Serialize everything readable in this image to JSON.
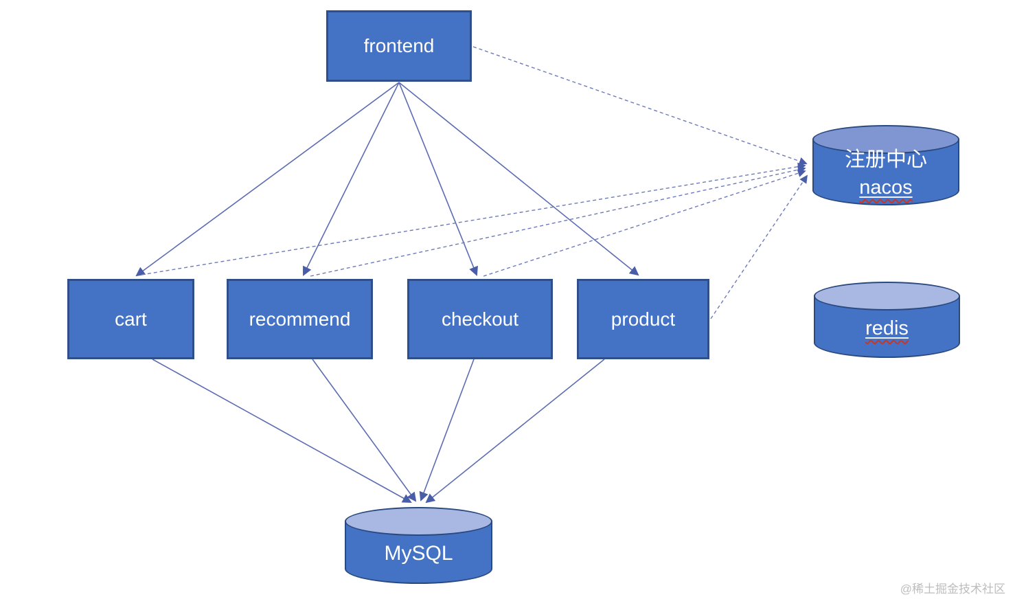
{
  "diagram": {
    "type": "microservice-architecture",
    "watermark": "@稀土掘金技术社区",
    "colors": {
      "node_fill": "#4472c4",
      "node_border": "#2e4e8c",
      "cylinder_top_light": "#a9b7e3",
      "cylinder_top_dark": "#8096d2",
      "solid_line": "#5c6cb2",
      "dashed_line": "#6d7ab8",
      "arrowhead": "#4a5da8",
      "label_text": "#ffffff",
      "spellcheck_wave": "#c63727",
      "watermark_text": "#bdbdbd"
    },
    "nodes": {
      "frontend": {
        "label": "frontend",
        "shape": "rect"
      },
      "cart": {
        "label": "cart",
        "shape": "rect"
      },
      "recommend": {
        "label": "recommend",
        "shape": "rect"
      },
      "checkout": {
        "label": "checkout",
        "shape": "rect"
      },
      "product": {
        "label": "product",
        "shape": "rect"
      },
      "nacos": {
        "title": "注册中心",
        "subtitle": "nacos",
        "shape": "cylinder"
      },
      "redis": {
        "label": "redis",
        "shape": "cylinder"
      },
      "mysql": {
        "label": "MySQL",
        "shape": "cylinder"
      }
    },
    "edges": {
      "solid_arrows": [
        {
          "from": "frontend",
          "to": "cart"
        },
        {
          "from": "frontend",
          "to": "recommend"
        },
        {
          "from": "frontend",
          "to": "checkout"
        },
        {
          "from": "frontend",
          "to": "product"
        },
        {
          "from": "cart",
          "to": "mysql"
        },
        {
          "from": "recommend",
          "to": "mysql"
        },
        {
          "from": "checkout",
          "to": "mysql"
        },
        {
          "from": "product",
          "to": "mysql"
        }
      ],
      "dashed_arrows": [
        {
          "from": "frontend",
          "to": "nacos"
        },
        {
          "from": "cart",
          "to": "nacos"
        },
        {
          "from": "recommend",
          "to": "nacos"
        },
        {
          "from": "checkout",
          "to": "nacos"
        },
        {
          "from": "product",
          "to": "nacos"
        }
      ]
    }
  }
}
